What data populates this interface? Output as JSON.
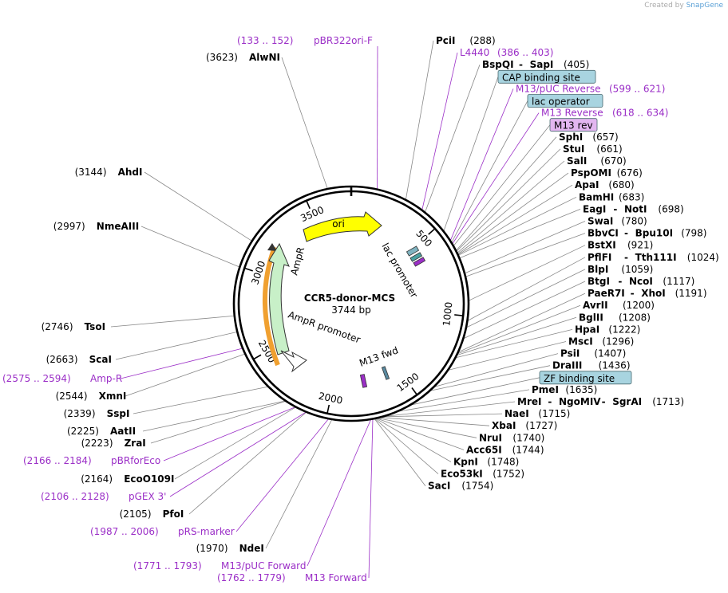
{
  "credit": {
    "created_by": "Created by",
    "app": "SnapGene"
  },
  "plasmid": {
    "name": "CCR5-donor-MCS",
    "length": "3744 bp"
  },
  "ticks": [
    "500",
    "1000",
    "1500",
    "2000",
    "2500",
    "3000",
    "3500"
  ],
  "features": {
    "ori": "ori",
    "ampr": "AmpR",
    "ampr_promoter": "AmpR promoter",
    "lac_promoter": "lac promoter",
    "m13_fwd": "M13 fwd"
  },
  "right_labels": [
    {
      "name": "PciI",
      "pos": "(288)"
    },
    {
      "primer": "L4440",
      "range": "(386 .. 403)"
    },
    {
      "name": "BspQI",
      "name2": "SapI",
      "pos": "(405)"
    },
    {
      "box": "CAP binding site",
      "color": "#a8d4e0"
    },
    {
      "primer": "M13/pUC Reverse",
      "range": "(599 .. 621)"
    },
    {
      "box": "lac operator",
      "color": "#a8d4e0"
    },
    {
      "primer": "M13 Reverse",
      "range": "(618 .. 634)"
    },
    {
      "box": "M13 rev",
      "color": "#e3b6f0"
    },
    {
      "name": "SphI",
      "pos": "(657)"
    },
    {
      "name": "StuI",
      "pos": "(661)"
    },
    {
      "name": "SalI",
      "pos": "(670)"
    },
    {
      "name": "PspOMI",
      "pos": "(676)"
    },
    {
      "name": "ApaI",
      "pos": "(680)"
    },
    {
      "name": "BamHI",
      "pos": "(683)"
    },
    {
      "name": "EagI",
      "name2": "NotI",
      "pos": "(698)"
    },
    {
      "name": "SwaI",
      "pos": "(780)"
    },
    {
      "name": "BbvCI",
      "name2": "Bpu10I",
      "pos": "(798)"
    },
    {
      "name": "BstXI",
      "pos": "(921)"
    },
    {
      "name": "PflFI",
      "name2": "Tth111I",
      "pos": "(1024)"
    },
    {
      "name": "BlpI",
      "pos": "(1059)"
    },
    {
      "name": "BtgI",
      "name2": "NcoI",
      "pos": "(1117)"
    },
    {
      "name": "PaeR7I",
      "name2": "XhoI",
      "pos": "(1191)"
    },
    {
      "name": "AvrII",
      "pos": "(1200)"
    },
    {
      "name": "BglII",
      "pos": "(1208)"
    },
    {
      "name": "HpaI",
      "pos": "(1222)"
    },
    {
      "name": "MscI",
      "pos": "(1296)"
    },
    {
      "name": "PsiI",
      "pos": "(1407)"
    },
    {
      "name": "DraIII",
      "pos": "(1436)"
    },
    {
      "box": "ZF binding site",
      "color": "#a8d4e0"
    },
    {
      "name": "PmeI",
      "pos": "(1635)"
    },
    {
      "name": "MreI",
      "name2": "NgoMIV",
      "name3": "SgrAI",
      "pos": "(1713)"
    },
    {
      "name": "NaeI",
      "pos": "(1715)"
    },
    {
      "name": "XbaI",
      "pos": "(1727)"
    },
    {
      "name": "NruI",
      "pos": "(1740)"
    },
    {
      "name": "Acc65I",
      "pos": "(1744)"
    },
    {
      "name": "KpnI",
      "pos": "(1748)"
    },
    {
      "name": "Eco53kI",
      "pos": "(1752)"
    },
    {
      "name": "SacI",
      "pos": "(1754)"
    }
  ],
  "left_labels": [
    {
      "primer": "pBR322ori-F",
      "range": "(133 .. 152)"
    },
    {
      "name": "AlwNI",
      "pos": "(3623)"
    },
    {
      "name": "AhdI",
      "pos": "(3144)"
    },
    {
      "name": "NmeAIII",
      "pos": "(2997)"
    },
    {
      "name": "TsoI",
      "pos": "(2746)"
    },
    {
      "name": "ScaI",
      "pos": "(2663)"
    },
    {
      "primer": "Amp-R",
      "range": "(2575 .. 2594)"
    },
    {
      "name": "XmnI",
      "pos": "(2544)"
    },
    {
      "name": "SspI",
      "pos": "(2339)"
    },
    {
      "name": "AatII",
      "pos": "(2225)"
    },
    {
      "name": "ZraI",
      "pos": "(2223)"
    },
    {
      "primer": "pBRforEco",
      "range": "(2166 .. 2184)"
    },
    {
      "name": "EcoO109I",
      "pos": "(2164)"
    },
    {
      "primer": "pGEX 3'",
      "range": "(2106 .. 2128)"
    },
    {
      "name": "PfoI",
      "pos": "(2105)"
    },
    {
      "primer": "pRS-marker",
      "range": "(1987 .. 2006)"
    },
    {
      "name": "NdeI",
      "pos": "(1970)"
    },
    {
      "primer": "M13/pUC Forward",
      "range": "(1771 .. 1793)"
    },
    {
      "primer": "M13 Forward",
      "range": "(1762 .. 1779)"
    }
  ]
}
